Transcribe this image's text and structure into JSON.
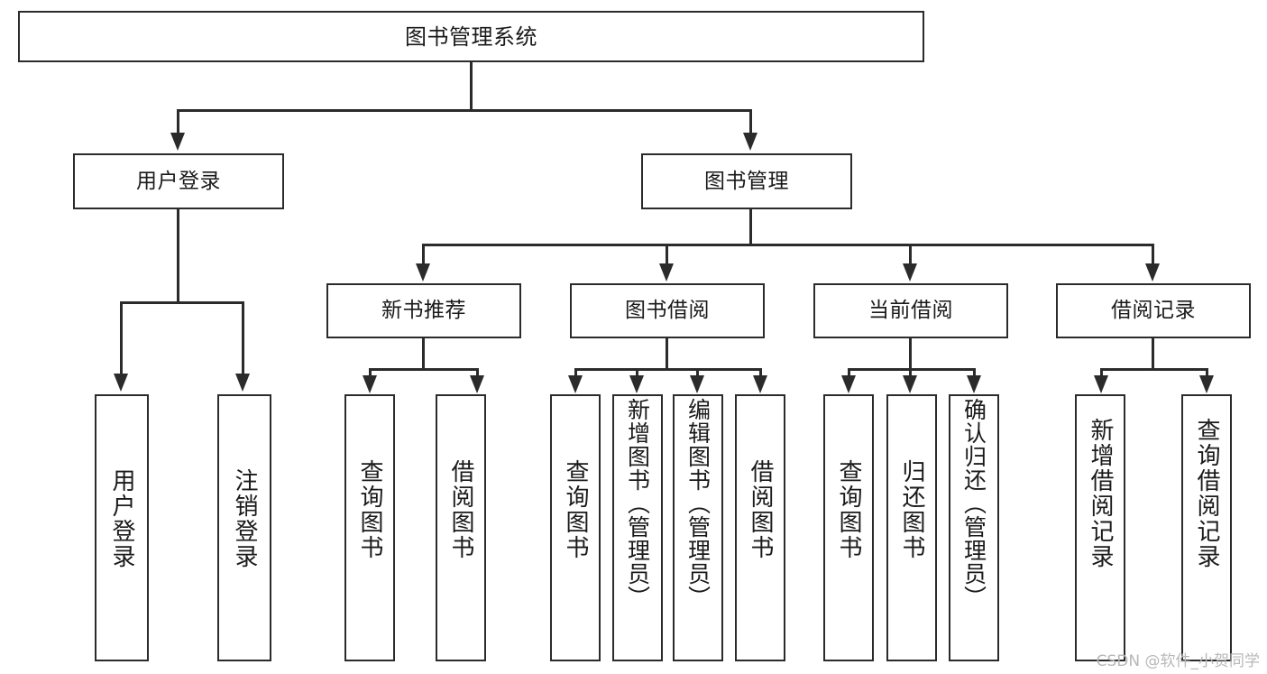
{
  "diagram": {
    "title": "图书管理系统",
    "type": "tree",
    "root": {
      "label": "图书管理系统"
    },
    "level2": [
      {
        "label": "用户登录"
      },
      {
        "label": "图书管理"
      }
    ],
    "level3": [
      {
        "label": "新书推荐"
      },
      {
        "label": "图书借阅"
      },
      {
        "label": "当前借阅"
      },
      {
        "label": "借阅记录"
      }
    ],
    "leaves": {
      "user_login": [
        {
          "label": "用户登录"
        },
        {
          "label": "注销登录"
        }
      ],
      "new_book_recommend": [
        {
          "label": "查询图书"
        },
        {
          "label": "借阅图书"
        }
      ],
      "book_borrow": [
        {
          "label": "查询图书"
        },
        {
          "label": "新增图书（管理员）"
        },
        {
          "label": "编辑图书（管理员）"
        },
        {
          "label": "借阅图书"
        }
      ],
      "current_borrow": [
        {
          "label": "查询图书"
        },
        {
          "label": "归还图书"
        },
        {
          "label": "确认归还（管理员）"
        }
      ],
      "borrow_record": [
        {
          "label": "新增借阅记录"
        },
        {
          "label": "查询借阅记录"
        }
      ]
    }
  },
  "watermark": {
    "text": "CSDN @软件_小贺同学"
  },
  "colors": {
    "stroke": "#2b2b2b",
    "fill": "#ffffff",
    "text": "#1a1a1a",
    "watermark": "#b8b8b8"
  }
}
